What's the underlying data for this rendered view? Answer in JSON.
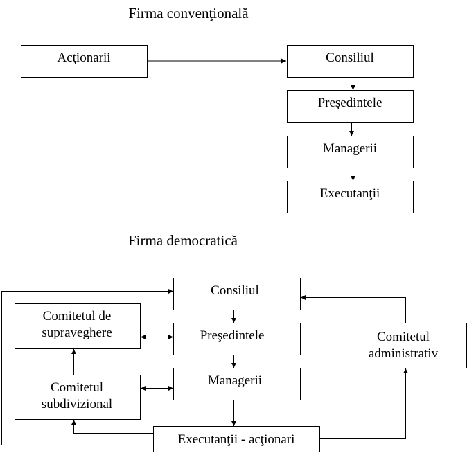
{
  "conventional": {
    "title": "Firma convenţională",
    "actionarii": "Acţionarii",
    "consiliul": "Consiliul",
    "presedintele": "Preşedintele",
    "managerii": "Managerii",
    "executantii": "Executanţii"
  },
  "democratic": {
    "title": "Firma democratică",
    "consiliul": "Consiliul",
    "presedintele": "Preşedintele",
    "managerii": "Managerii",
    "executantii": "Executanţii - acţionari",
    "supraveghere_1": "Comitetul de",
    "supraveghere_2": "supraveghere",
    "subdivizional_1": "Comitetul",
    "subdivizional_2": "subdivizional",
    "administrativ_1": "Comitetul",
    "administrativ_2": "administrativ"
  }
}
